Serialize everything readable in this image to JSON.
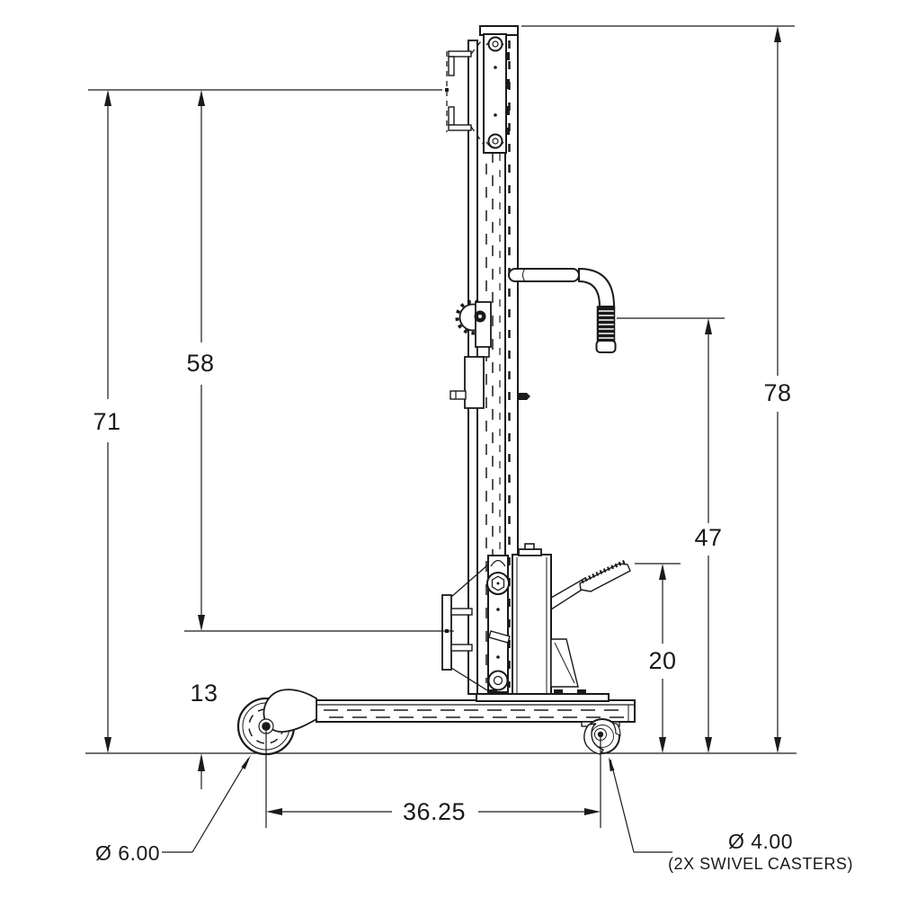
{
  "drawing": {
    "colors": {
      "ink": "#1a1a1a",
      "paper": "#ffffff"
    }
  },
  "dimensions": {
    "overall_height": "78",
    "datum_height": "71",
    "lift_travel": "58",
    "handle_height": "47",
    "pedal_height": "20",
    "lowered_fork_height": "13",
    "wheelbase": "36.25",
    "front_wheel_diameter": "Ø 6.00",
    "caster_diameter": "Ø 4.00",
    "caster_note": "(2X SWIVEL CASTERS)"
  }
}
